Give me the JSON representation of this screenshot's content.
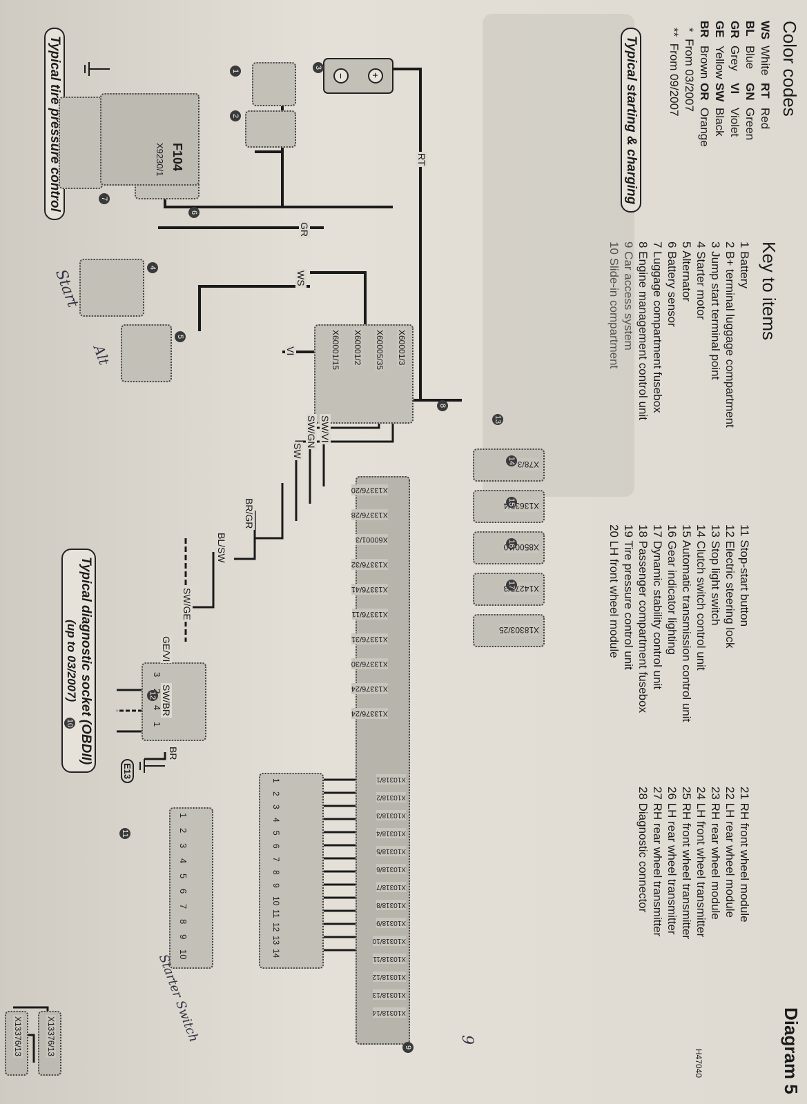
{
  "header": {
    "color_codes_title": "Color codes",
    "key_title": "Key to items",
    "diagram_title": "Diagram 5",
    "ref_code": "H47040"
  },
  "color_codes": [
    {
      "code": "WS",
      "name": "White"
    },
    {
      "code": "RT",
      "name": "Red"
    },
    {
      "code": "BL",
      "name": "Blue"
    },
    {
      "code": "GN",
      "name": "Green"
    },
    {
      "code": "GR",
      "name": "Grey"
    },
    {
      "code": "VI",
      "name": "Violet"
    },
    {
      "code": "GE",
      "name": "Yellow"
    },
    {
      "code": "SW",
      "name": "Black"
    },
    {
      "code": "BR",
      "name": "Brown"
    },
    {
      "code": "OR",
      "name": "Orange"
    }
  ],
  "notes": [
    {
      "mark": "*",
      "text": "From 03/2007"
    },
    {
      "mark": "**",
      "text": "From 09/2007"
    }
  ],
  "key_items_col1": [
    "1 Battery",
    "2 B+ terminal luggage compartment",
    "3 Jump start terminal point",
    "4 Starter motor",
    "5 Alternator",
    "6 Battery sensor",
    "7 Luggage compartment fusebox",
    "8 Engine management control unit",
    "9 Car access system",
    "10 Slide-in compartment"
  ],
  "key_items_col2": [
    "11 Stop-start button",
    "12 Electric steering lock",
    "13 Stop light switch",
    "14 Clutch switch control unit",
    "15 Automatic transmission control unit",
    "16 Gear indicator lighting",
    "17 Dynamic stability control unit",
    "18 Passenger compartment fusebox",
    "19 Tire pressure control unit",
    "20 LH front wheel module"
  ],
  "key_items_col3": [
    "21 RH front wheel module",
    "22 LH rear wheel module",
    "23 RH rear wheel module",
    "24 LH front wheel transmitter",
    "25 RH front wheel transmitter",
    "26 LH rear wheel transmitter",
    "27 RH rear wheel transmitter",
    "28 Diagnostic connector"
  ],
  "subtitles": {
    "starting": "Typical starting & charging",
    "tire": "Typical tire pressure control",
    "diag_line1": "Typical diagnostic socket (OBDII)",
    "diag_line2": "(up to 03/2007)"
  },
  "components": {
    "f104": "F104",
    "x9230": "X9230/1",
    "engine_connectors": [
      "X60001/3",
      "X60005/35",
      "X60001/2",
      "X60001/15"
    ],
    "module_connectors": [
      "X78/3",
      "X13635/4",
      "X8500/10",
      "X14275/3",
      "X18303/25"
    ],
    "cas_connectors": [
      "X13376/20",
      "X13376/28",
      "X60001/3",
      "X13376/32",
      "X13376/41",
      "X13376/11",
      "X13376/31",
      "X13376/30",
      "X13376/24",
      "X13376/24"
    ],
    "slide_connectors": [
      "X10318/1",
      "X10318/2",
      "X10318/3",
      "X10318/4",
      "X10318/5",
      "X10318/6",
      "X10318/7",
      "X10318/8",
      "X10318/9",
      "X10318/10",
      "X10318/11",
      "X10318/12",
      "X10318/13",
      "X10318/14"
    ],
    "tire_connectors": [
      "X13376/13",
      "X13376/13"
    ],
    "ground": "E13",
    "lock_pins": [
      "3",
      "2",
      "4",
      "1"
    ],
    "button_pins": [
      "1",
      "2",
      "3",
      "4",
      "5",
      "6",
      "7",
      "8",
      "9",
      "10"
    ],
    "slide_pins": [
      "1",
      "2",
      "3",
      "4",
      "5",
      "6",
      "7",
      "8",
      "9",
      "10",
      "11",
      "12",
      "13",
      "14"
    ]
  },
  "wire_labels": {
    "rt": "RT",
    "gr": "GR",
    "ws": "WS",
    "vi": "VI",
    "sw_vi": "SW/VI",
    "sw_gn": "SW/GN",
    "sw": "SW",
    "br_gr": "BR/GR",
    "bl_sw": "BL/SW",
    "sw_ge": "SW/GE",
    "ge_vi": "GE/VI",
    "sw_br": "SW/BR",
    "br": "BR"
  },
  "numbers": [
    "1",
    "2",
    "3",
    "4",
    "5",
    "6",
    "7",
    "8",
    "9",
    "10",
    "11",
    "12",
    "13",
    "14",
    "15",
    "16",
    "17"
  ],
  "handwriting": {
    "start": "Start",
    "alt": "Alt",
    "starter_switch": "Starter Switch",
    "nine": "9"
  }
}
